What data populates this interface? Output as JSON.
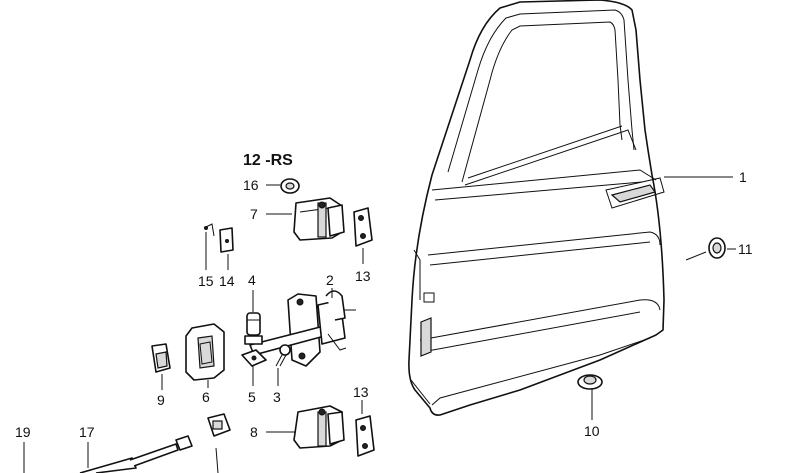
{
  "callouts": {
    "c1": "1",
    "c2": "2",
    "c3": "3",
    "c4": "4",
    "c5": "5",
    "c6": "6",
    "c7": "7",
    "c8": "8",
    "c9": "9",
    "c10": "10",
    "c11": "11",
    "c12": "12 -RS",
    "c13a": "13",
    "c13b": "13",
    "c14": "14",
    "c15": "15",
    "c16": "16",
    "c17": "17",
    "c19": "19"
  }
}
